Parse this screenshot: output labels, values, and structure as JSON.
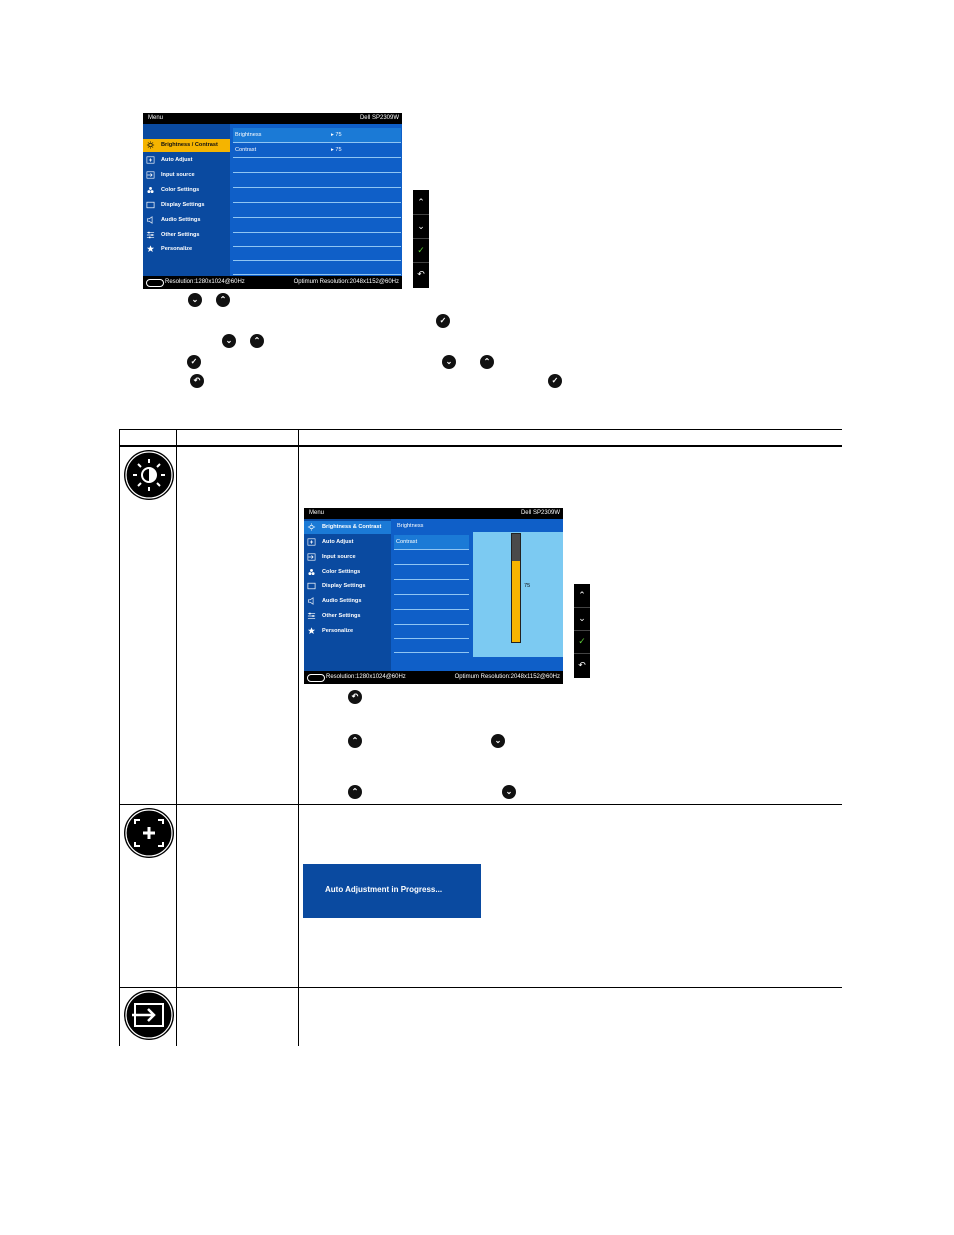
{
  "osd_main": {
    "header_left": "Menu",
    "header_right": "Dell SP2309W",
    "menu_items": [
      {
        "label": "Brightness / Contrast",
        "icon": "brightness-icon"
      },
      {
        "label": "Auto Adjust",
        "icon": "auto-adjust-icon"
      },
      {
        "label": "Input source",
        "icon": "input-source-icon"
      },
      {
        "label": "Color Settings",
        "icon": "color-settings-icon"
      },
      {
        "label": "Display Settings",
        "icon": "display-settings-icon"
      },
      {
        "label": "Audio Settings",
        "icon": "audio-settings-icon"
      },
      {
        "label": "Other Settings",
        "icon": "other-settings-icon"
      },
      {
        "label": "Personalize",
        "icon": "personalize-icon"
      }
    ],
    "rows": [
      {
        "name": "Brightness",
        "value": "▸ 75"
      },
      {
        "name": "Contrast",
        "value": "▸ 75"
      }
    ],
    "footer_logo": "DDC/CI",
    "footer_left": "Resolution:1280x1024@60Hz",
    "footer_right": "Optimum Resolution:2048x1152@60Hz"
  },
  "osd_brightness": {
    "header_left": "Menu",
    "header_right": "Dell SP2309W",
    "menu_items": [
      {
        "label": "Brightness & Contrast"
      },
      {
        "label": "Auto Adjust"
      },
      {
        "label": "Input source"
      },
      {
        "label": "Color Settings"
      },
      {
        "label": "Display Settings"
      },
      {
        "label": "Audio Settings"
      },
      {
        "label": "Other Settings"
      },
      {
        "label": "Personalize"
      }
    ],
    "panel_title": "Brightness",
    "rows": [
      {
        "name": "Contrast"
      }
    ],
    "slider_value": "75",
    "slider_level": 0.75,
    "footer_logo": "DDC/CI",
    "footer_left": "Resolution:1280x1024@60Hz",
    "footer_right": "Optimum Resolution:2048x1152@60Hz"
  },
  "auto_adjust_message": "Auto Adjustment in Progress...",
  "colors": {
    "osd_dark_blue": "#0a4aa0",
    "osd_mid_blue": "#0f5fc8",
    "osd_light_blue": "#7ccaf2",
    "selection_yellow": "#f5b400",
    "ok_green": "#5ec93a"
  }
}
